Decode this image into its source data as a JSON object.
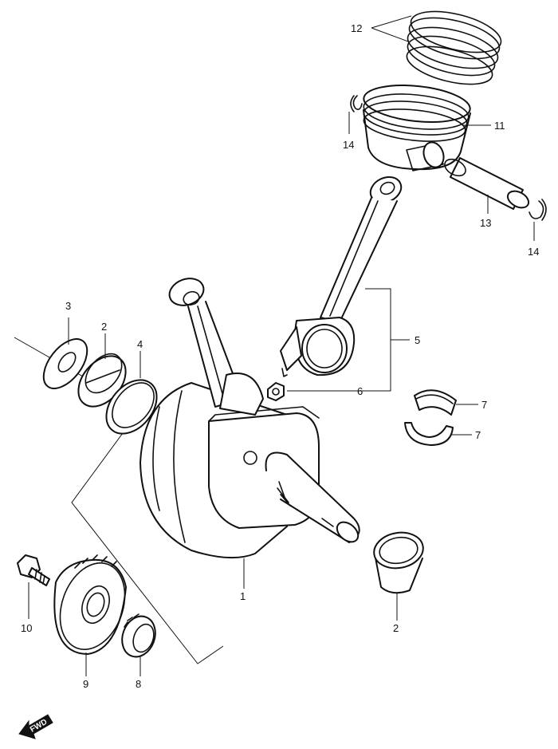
{
  "diagram": {
    "fwd_badge": "FWD",
    "callouts": [
      {
        "id": "c1",
        "label": "1"
      },
      {
        "id": "c2a",
        "label": "2"
      },
      {
        "id": "c2b",
        "label": "2"
      },
      {
        "id": "c3",
        "label": "3"
      },
      {
        "id": "c4",
        "label": "4"
      },
      {
        "id": "c5",
        "label": "5"
      },
      {
        "id": "c6",
        "label": "6"
      },
      {
        "id": "c7a",
        "label": "7"
      },
      {
        "id": "c7b",
        "label": "7"
      },
      {
        "id": "c8",
        "label": "8"
      },
      {
        "id": "c9",
        "label": "9"
      },
      {
        "id": "c10",
        "label": "10"
      },
      {
        "id": "c11",
        "label": "11"
      },
      {
        "id": "c12",
        "label": "12"
      },
      {
        "id": "c13",
        "label": "13"
      },
      {
        "id": "c14a",
        "label": "14"
      },
      {
        "id": "c14b",
        "label": "14"
      }
    ]
  }
}
